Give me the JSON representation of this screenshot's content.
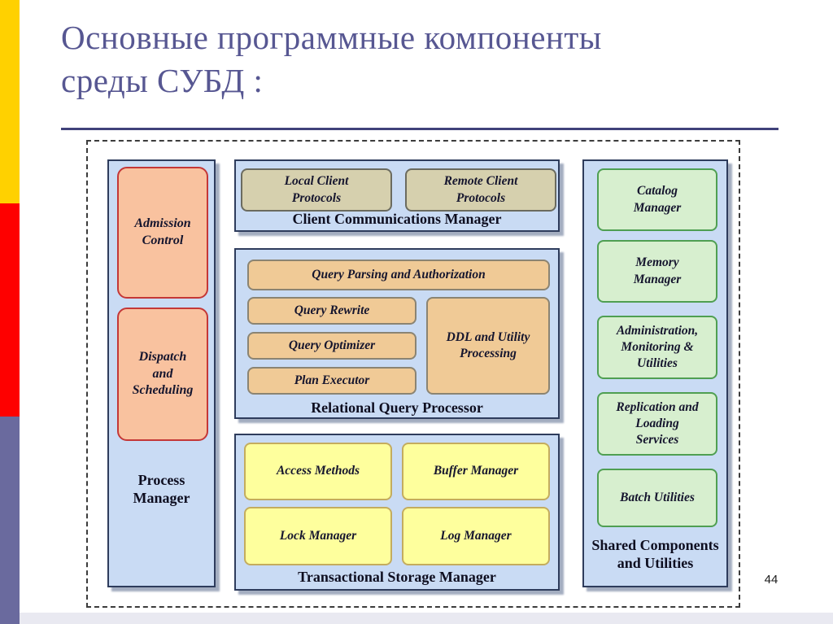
{
  "slide": {
    "title_lines": [
      "Основные программные компоненты",
      "среды СУБД :"
    ],
    "page_number": "44"
  },
  "diagram": {
    "process_manager": {
      "label": "Process Manager",
      "admission": "Admission Control",
      "dispatch": "Dispatch and Scheduling"
    },
    "client_comm": {
      "label": "Client Communications Manager",
      "local": "Local Client Protocols",
      "remote": "Remote Client Protocols"
    },
    "query_processor": {
      "label": "Relational Query Processor",
      "parsing": "Query Parsing and Authorization",
      "rewrite": "Query Rewrite",
      "optimizer": "Query Optimizer",
      "plan": "Plan Executor",
      "ddl": "DDL and Utility Processing"
    },
    "storage_manager": {
      "label": "Transactional Storage Manager",
      "access": "Access Methods",
      "buffer": "Buffer Manager",
      "lock": "Lock Manager",
      "log": "Log Manager"
    },
    "shared": {
      "label": "Shared Components and Utilities",
      "catalog": "Catalog Manager",
      "memory": "Memory Manager",
      "admin": "Administration, Monitoring & Utilities",
      "replication": "Replication and Loading Services",
      "batch": "Batch Utilities"
    }
  },
  "colors": {
    "accent_yellow": "#FFD100",
    "accent_red": "#FE0000",
    "accent_purple": "#6A6A9E",
    "panel_blue": "#C9DBF4",
    "box_salmon": "#F9C29F",
    "box_khaki": "#D6D0AE",
    "box_tan": "#F0CA96",
    "box_yellow": "#FEFF9D",
    "box_green": "#D7EFCF",
    "title_color": "#575792"
  }
}
